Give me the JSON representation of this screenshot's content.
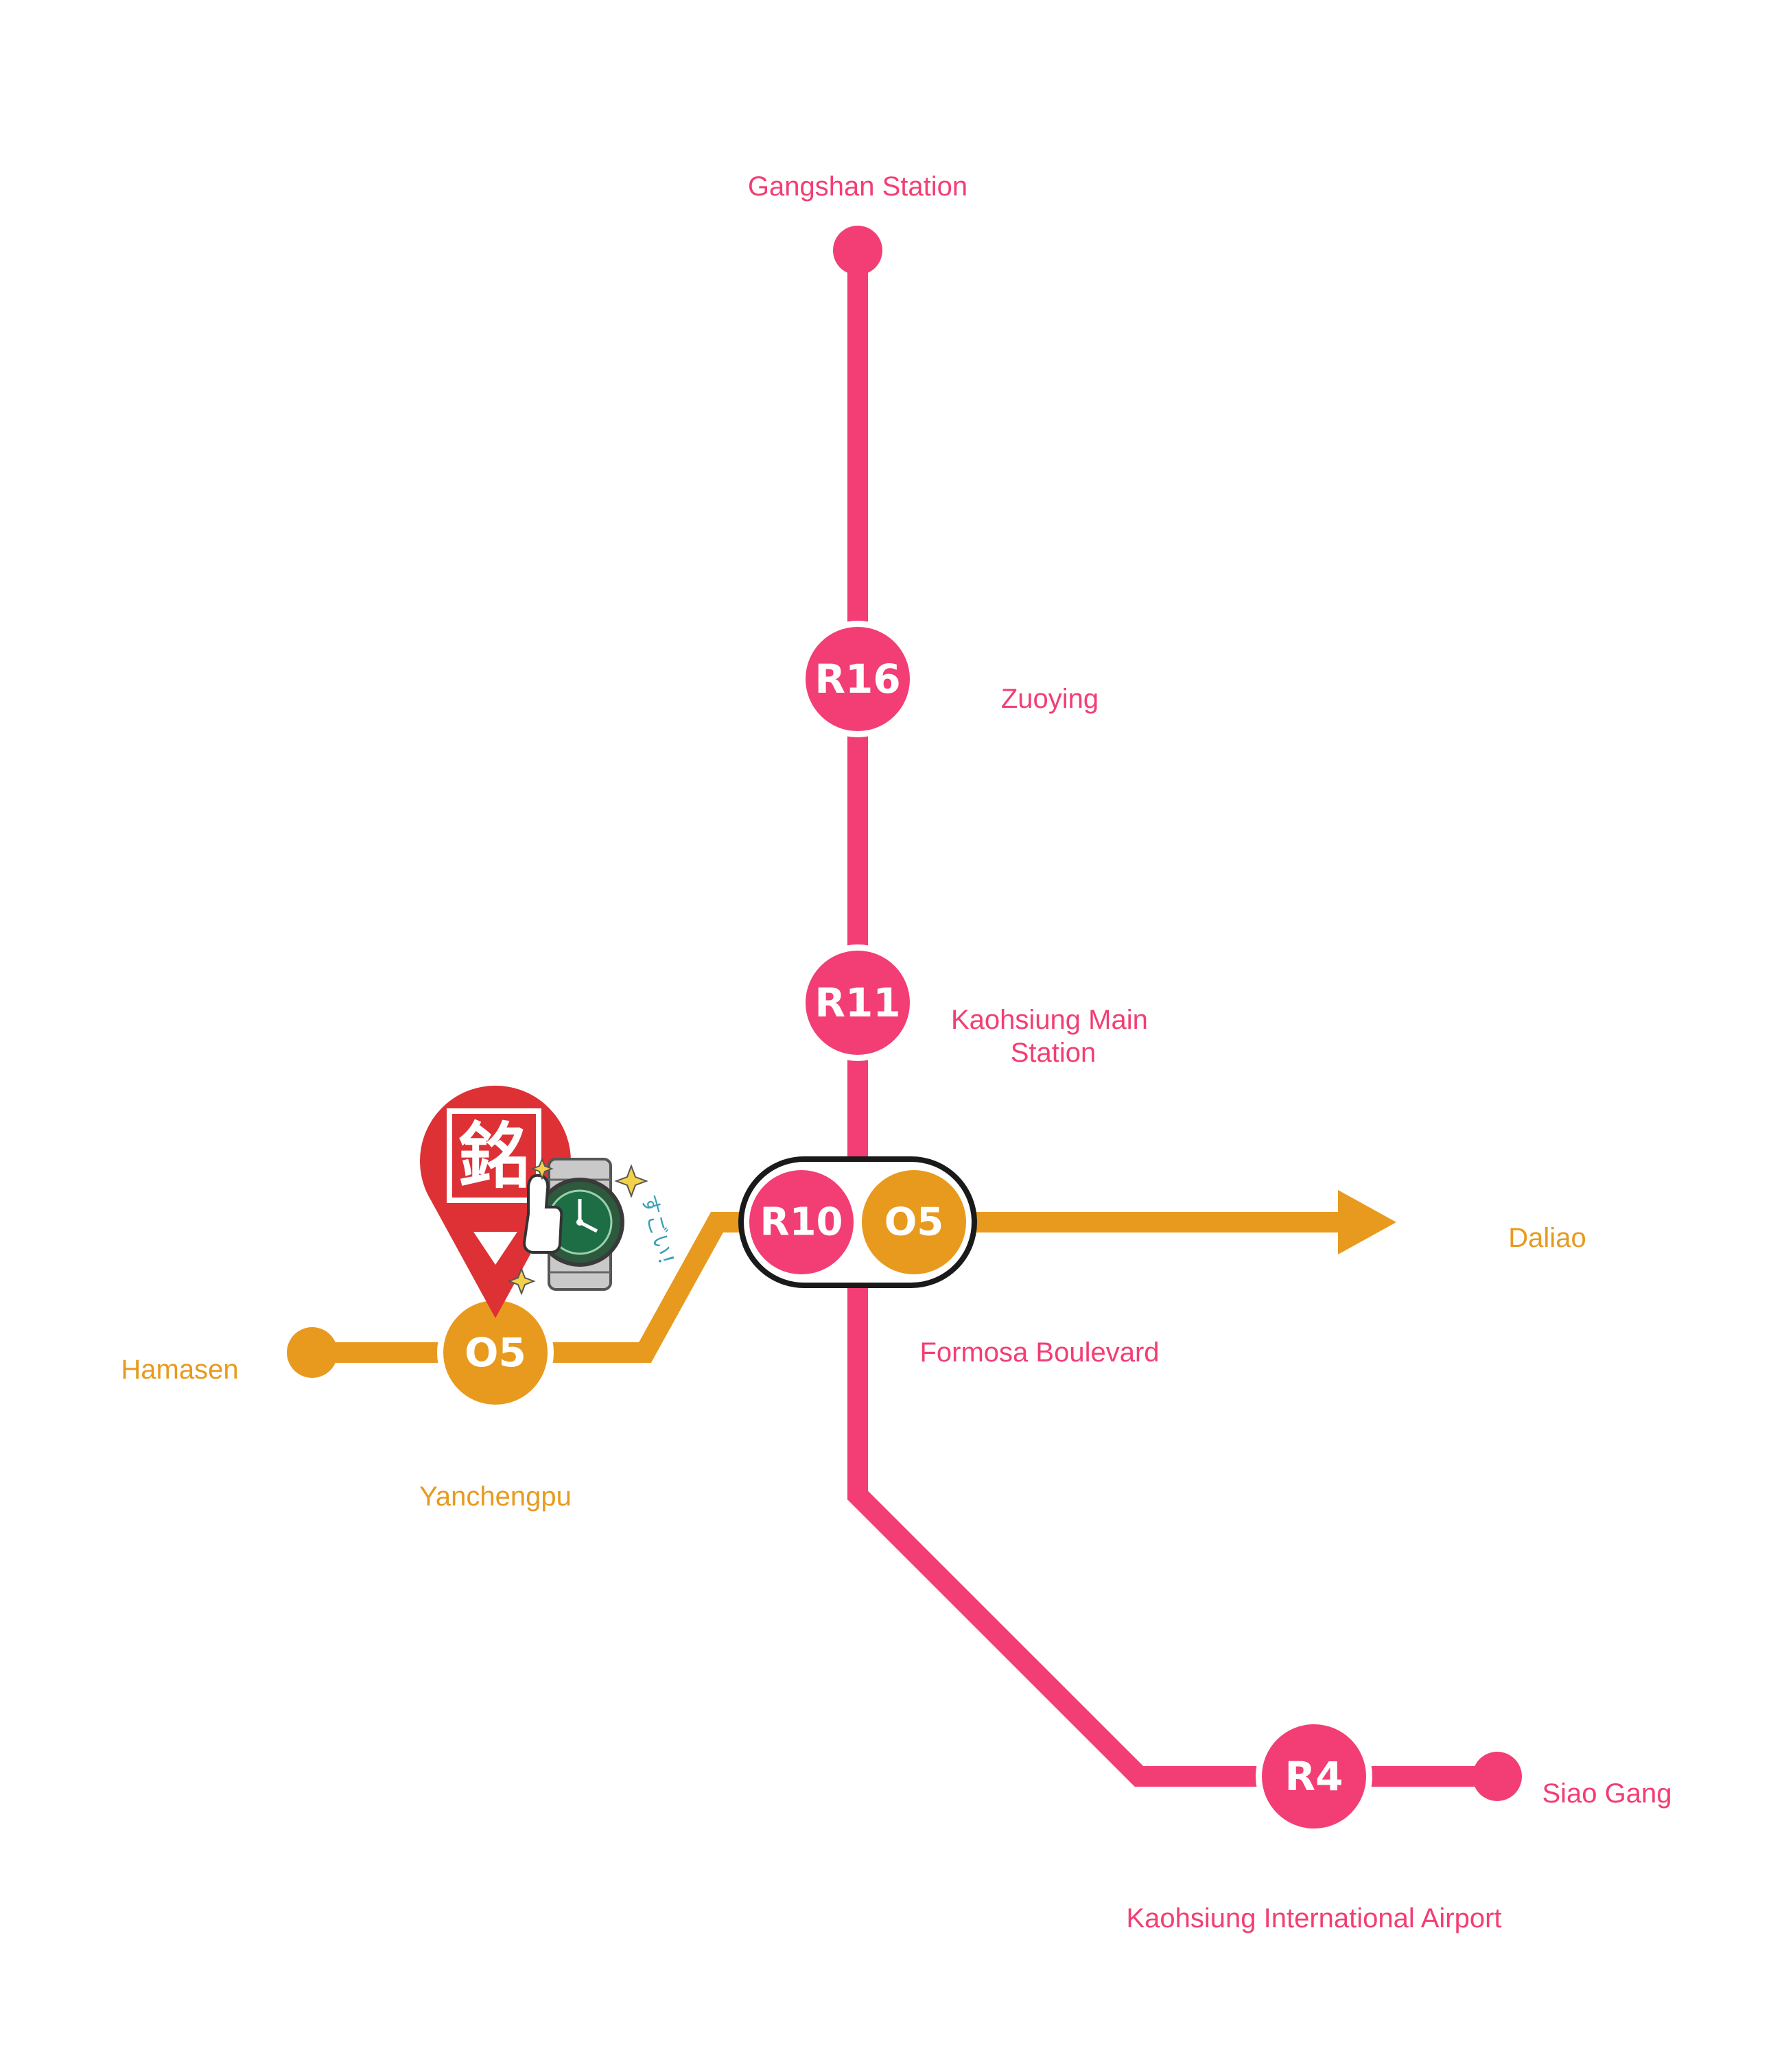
{
  "colors": {
    "red_line": "#F23E74",
    "orange_line": "#E89A1E",
    "pin": "#DD3136",
    "background": "#FFFFFF",
    "watch_face": "#1E6E45"
  },
  "red_line": {
    "terminus_north": "Gangshan Station",
    "terminus_south": "Siao Gang",
    "stations": [
      {
        "code": "R16",
        "name": "Zuoying"
      },
      {
        "code": "R11",
        "name": "Kaohsiung Main Station"
      },
      {
        "code": "R10",
        "name": "Formosa Boulevard"
      },
      {
        "code": "R4",
        "name": "Kaohsiung International Airport"
      }
    ]
  },
  "orange_line": {
    "terminus_west": "Hamasen",
    "terminus_east": "Daliao",
    "stations": [
      {
        "code": "O5",
        "name": "Yanchengpu"
      },
      {
        "code": "O5",
        "name": ""
      }
    ]
  },
  "interchange": {
    "codes": [
      "R10",
      "O5"
    ]
  },
  "pin": {
    "character": "銘",
    "icon": "map-pin-icon",
    "marks": "Yanchengpu"
  },
  "mascot": {
    "icon": "thumbs-up-watch-icon",
    "caption": "すごい！"
  },
  "destination_arrow": {
    "icon": "arrow-right-icon"
  }
}
